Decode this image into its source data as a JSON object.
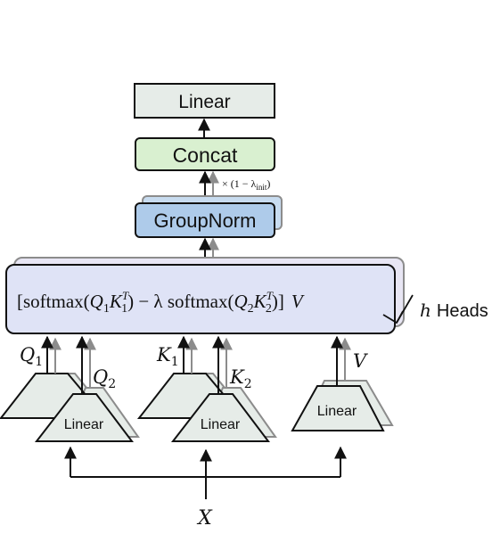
{
  "blocks": {
    "top_linear": "Linear",
    "concat": "Concat",
    "groupnorm": "GroupNorm",
    "linear_q": "Linear",
    "linear_k": "Linear",
    "linear_v": "Linear"
  },
  "scale_label": {
    "prefix": "× (1 − λ",
    "sub": "init",
    "suffix": ")"
  },
  "formula": {
    "open": "[softmax(",
    "q1": "Q",
    "q1_sub": "1",
    "k1": "K",
    "k1_sub": "1",
    "k1_sup": "T",
    "mid": ") − λ softmax(",
    "q2": "Q",
    "q2_sub": "2",
    "k2": "K",
    "k2_sub": "2",
    "k2_sup": "T",
    "close": ")]",
    "v": "V"
  },
  "heads": {
    "h": "h",
    "label": "Heads"
  },
  "inputs": {
    "q1": "Q",
    "q1_sub": "1",
    "q2": "Q",
    "q2_sub": "2",
    "k1": "K",
    "k1_sub": "1",
    "k2": "K",
    "k2_sub": "2",
    "v": "V",
    "x": "X"
  },
  "colors": {
    "linear_fill": "#e6ece8",
    "concat_fill": "#d9f0d0",
    "groupnorm_fill": "#aecbea",
    "groupnorm_shadow": "#c8dcf0",
    "attention_fill": "#dfe3f6",
    "attention_shadow": "#e8e6f4",
    "shadow_stroke": "#8c8c8c",
    "stroke": "#111111"
  }
}
